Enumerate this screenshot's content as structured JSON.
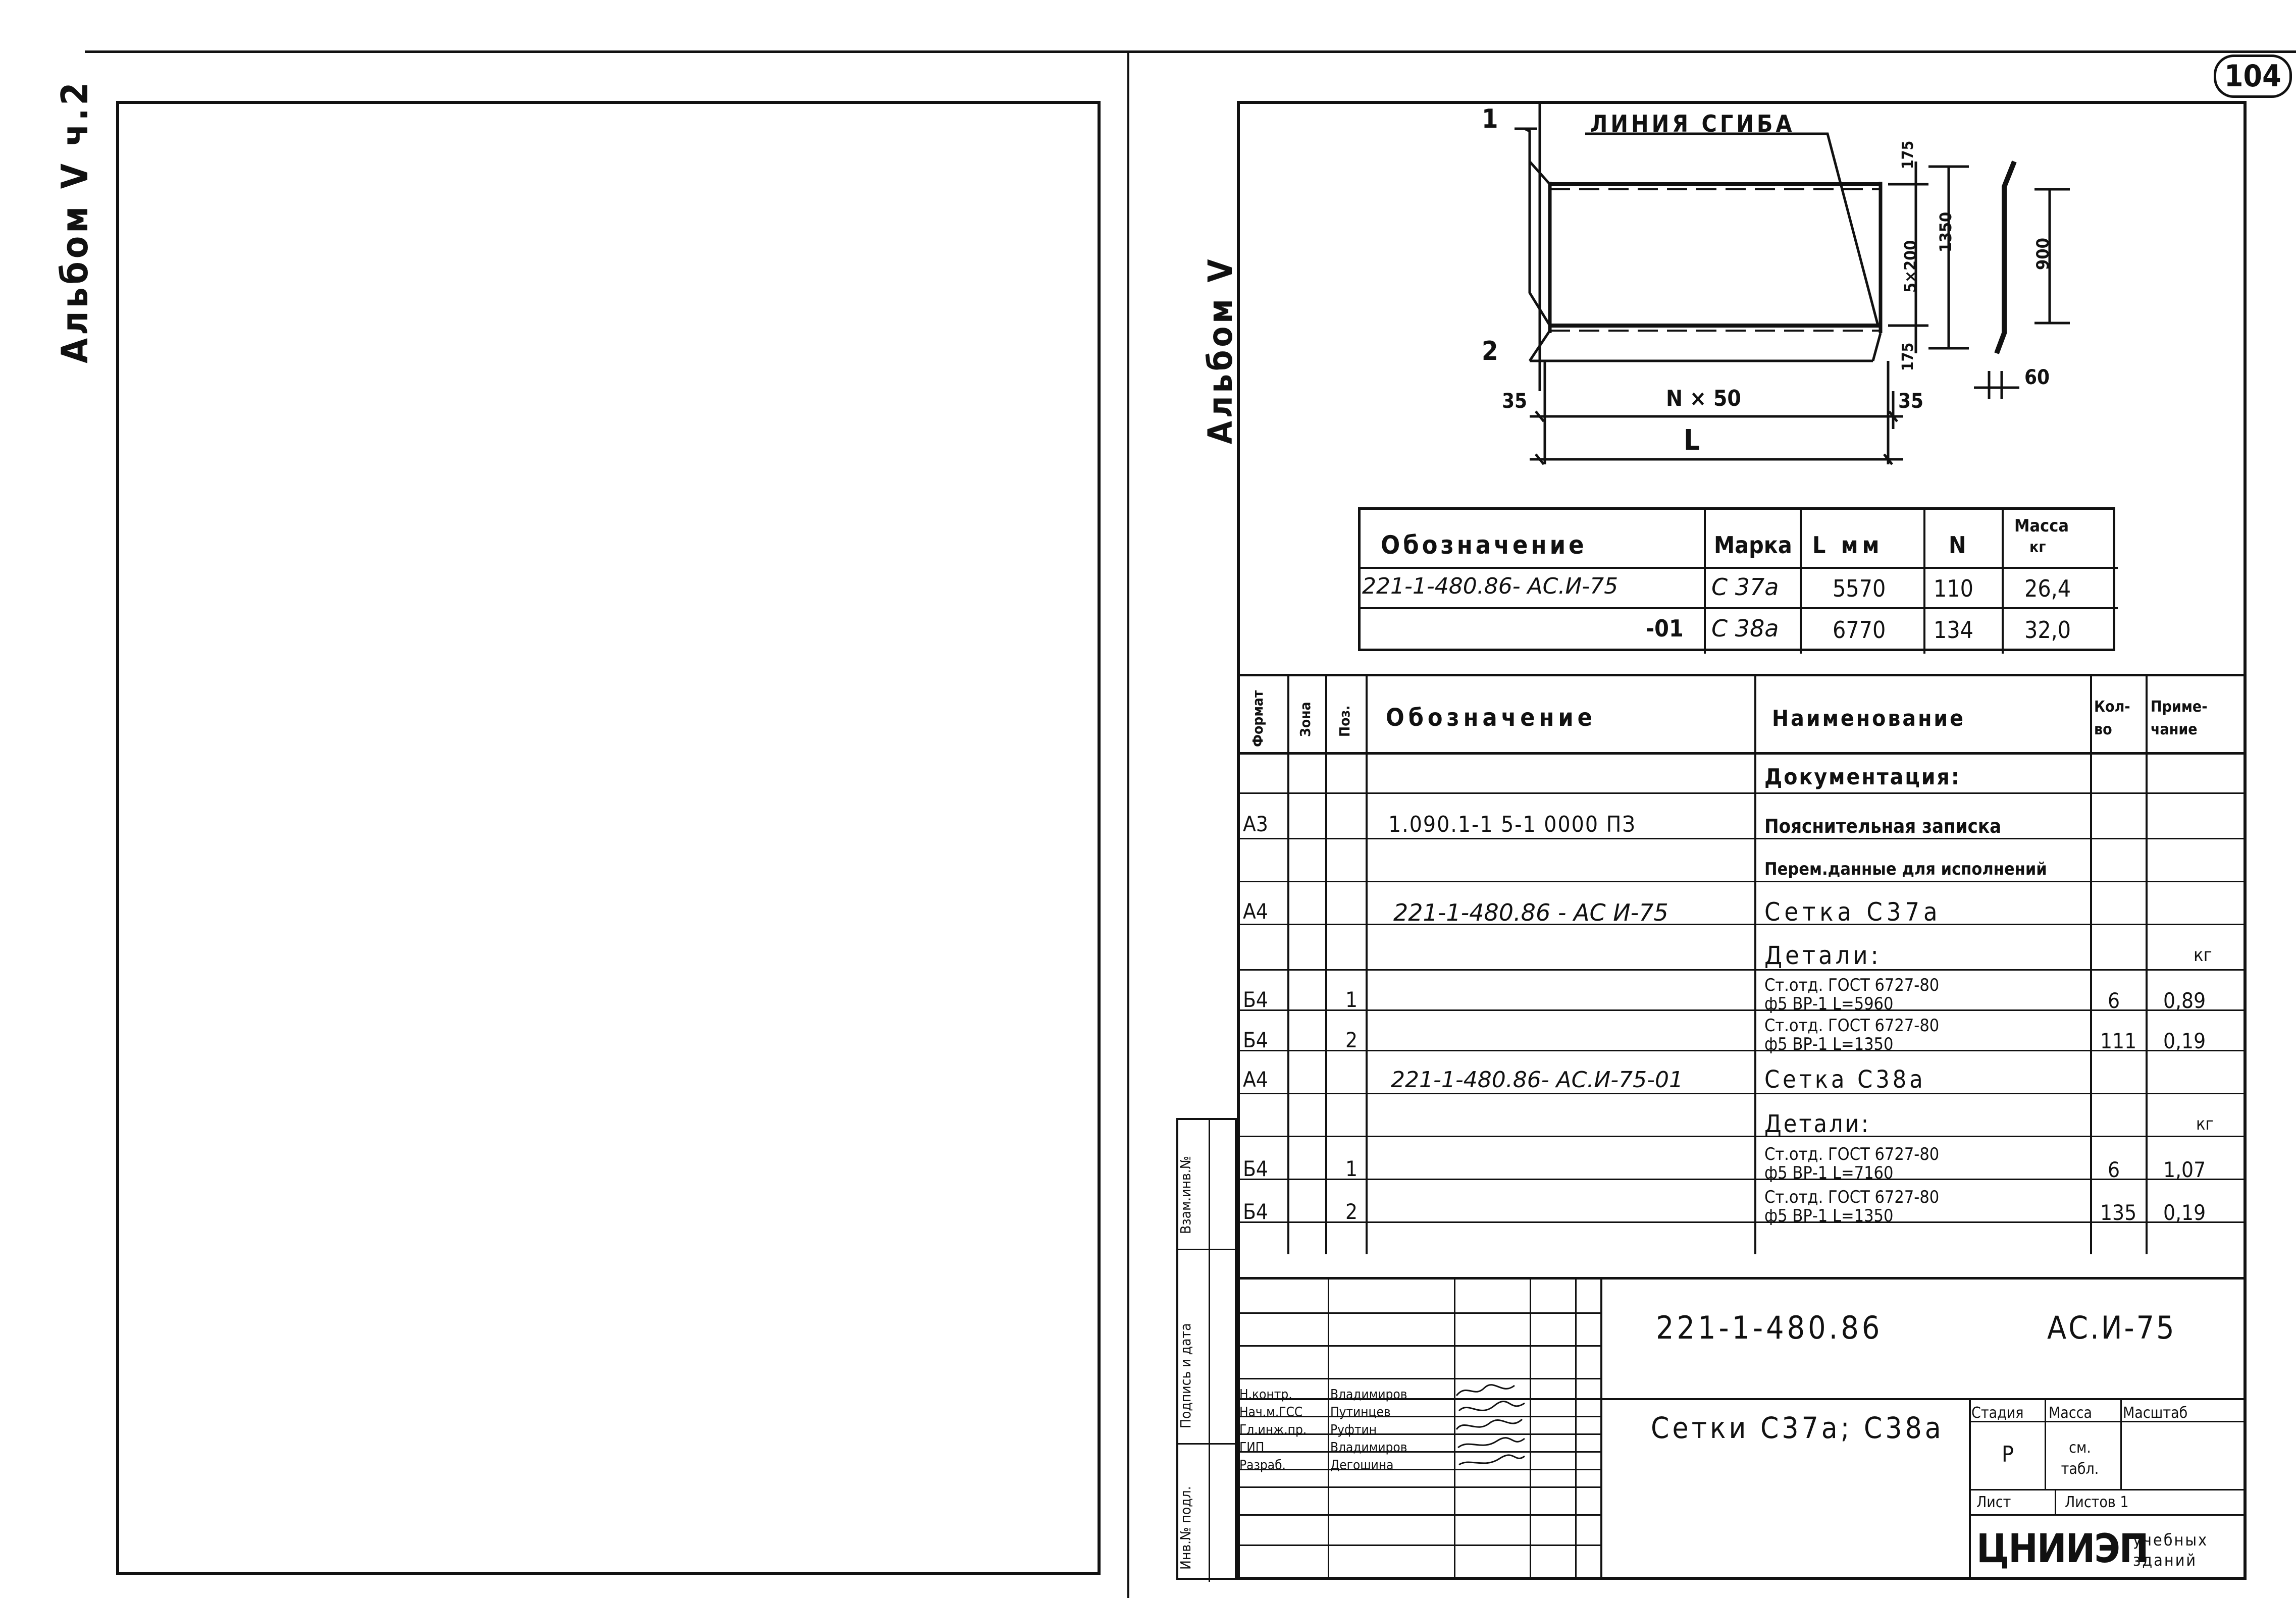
{
  "sheet": {
    "page_number": "104",
    "left_album_label": "Альбом Ⅴ ч.2",
    "album_label": "Альбом Ⅴ"
  },
  "drawing": {
    "bend_line_label": "ЛИНИЯ СГИБА",
    "callout_1": "1",
    "callout_2": "2",
    "dim_175_top": "175",
    "dim_5x200": "5×200",
    "dim_1350": "1350",
    "dim_175_bottom": "175",
    "dim_900": "900",
    "dim_60": "60",
    "dim_35_left": "35",
    "dim_35_right": "35",
    "dim_nx50": "N × 50",
    "dim_L": "L"
  },
  "variants_table": {
    "headers": [
      "Обозначение",
      "Марка",
      "L мм",
      "N",
      "Масса",
      "кг"
    ],
    "rows": [
      {
        "designation": "221-1-480.86- АС.И-75",
        "mark": "С 37а",
        "l": "5570",
        "n": "110",
        "mass": "26,4"
      },
      {
        "designation": "-01",
        "mark": "С 38а",
        "l": "6770",
        "n": "134",
        "mass": "32,0"
      }
    ]
  },
  "spec": {
    "headers": {
      "format": "Формат",
      "zone": "Зона",
      "pos": "Поз.",
      "designation": "Обозначение",
      "name": "Наименование",
      "qty": "Кол-во",
      "note": "Приме-чание"
    },
    "rows": [
      {
        "format": "",
        "pos": "",
        "designation": "",
        "name": "Документация:",
        "qty": "",
        "note": ""
      },
      {
        "format": "А3",
        "pos": "",
        "designation": "1.090.1-1 5-1 0000 ПЗ",
        "name": "Пояснительная записка",
        "qty": "",
        "note": ""
      },
      {
        "format": "",
        "pos": "",
        "designation": "",
        "name": "Перем.данные для исполнений",
        "qty": "",
        "note": ""
      },
      {
        "format": "А4",
        "pos": "",
        "designation": "221-1-480.86 - АС И-75",
        "name": "Сетка С37а",
        "qty": "",
        "note": ""
      },
      {
        "format": "",
        "pos": "",
        "designation": "",
        "name": "Детали:",
        "qty": "",
        "note": "кг"
      },
      {
        "format": "Б4",
        "pos": "1",
        "designation": "",
        "name": "Ст.отд. ГОСТ 6727-80",
        "name2": "ф5 ВР-1 L=5960",
        "qty": "6",
        "note": "0,89"
      },
      {
        "format": "Б4",
        "pos": "2",
        "designation": "",
        "name": "Ст.отд. ГОСТ 6727-80",
        "name2": "ф5 ВР-1 L=1350",
        "qty": "111",
        "note": "0,19"
      },
      {
        "format": "А4",
        "pos": "",
        "designation": "221-1-480.86- АС.И-75-01",
        "name": "Сетка С38а",
        "qty": "",
        "note": ""
      },
      {
        "format": "",
        "pos": "",
        "designation": "",
        "name": "Детали:",
        "qty": "",
        "note": "кг"
      },
      {
        "format": "Б4",
        "pos": "1",
        "designation": "",
        "name": "Ст.отд. ГОСТ 6727-80",
        "name2": "ф5 ВР-1 L=7160",
        "qty": "6",
        "note": "1,07"
      },
      {
        "format": "Б4",
        "pos": "2",
        "designation": "",
        "name": "Ст.отд. ГОСТ 6727-80",
        "name2": "ф5 ВР-1 L=1350",
        "qty": "135",
        "note": "0,19"
      }
    ]
  },
  "side_stamp": {
    "vzam": "Взам.инв.№",
    "podpis": "Подпись и дата",
    "inv": "Инв.№ подл."
  },
  "title_block": {
    "document_code": "221-1-480.86",
    "document_suffix": "АС.И-75",
    "title": "Сетки С37а; С38а",
    "stage_header": "Стадия",
    "mass_header": "Масса",
    "scale_header": "Масштаб",
    "stage_value": "Р",
    "mass_value": "см. табл.",
    "sheet_label": "Лист",
    "sheets_label": "Листов 1",
    "org_logo": "ЦНИИЭП",
    "org_name_1": "учебных",
    "org_name_2": "зданий",
    "signers": [
      {
        "role": "Н.контр.",
        "name": "Владимиров"
      },
      {
        "role": "Нач.м.ГСС",
        "name": "Путинцев"
      },
      {
        "role": "Гл.инж.пр.",
        "name": "Руфтин"
      },
      {
        "role": "ГИП",
        "name": "Владимиров"
      },
      {
        "role": "Разраб.",
        "name": "Дегошина"
      }
    ]
  }
}
